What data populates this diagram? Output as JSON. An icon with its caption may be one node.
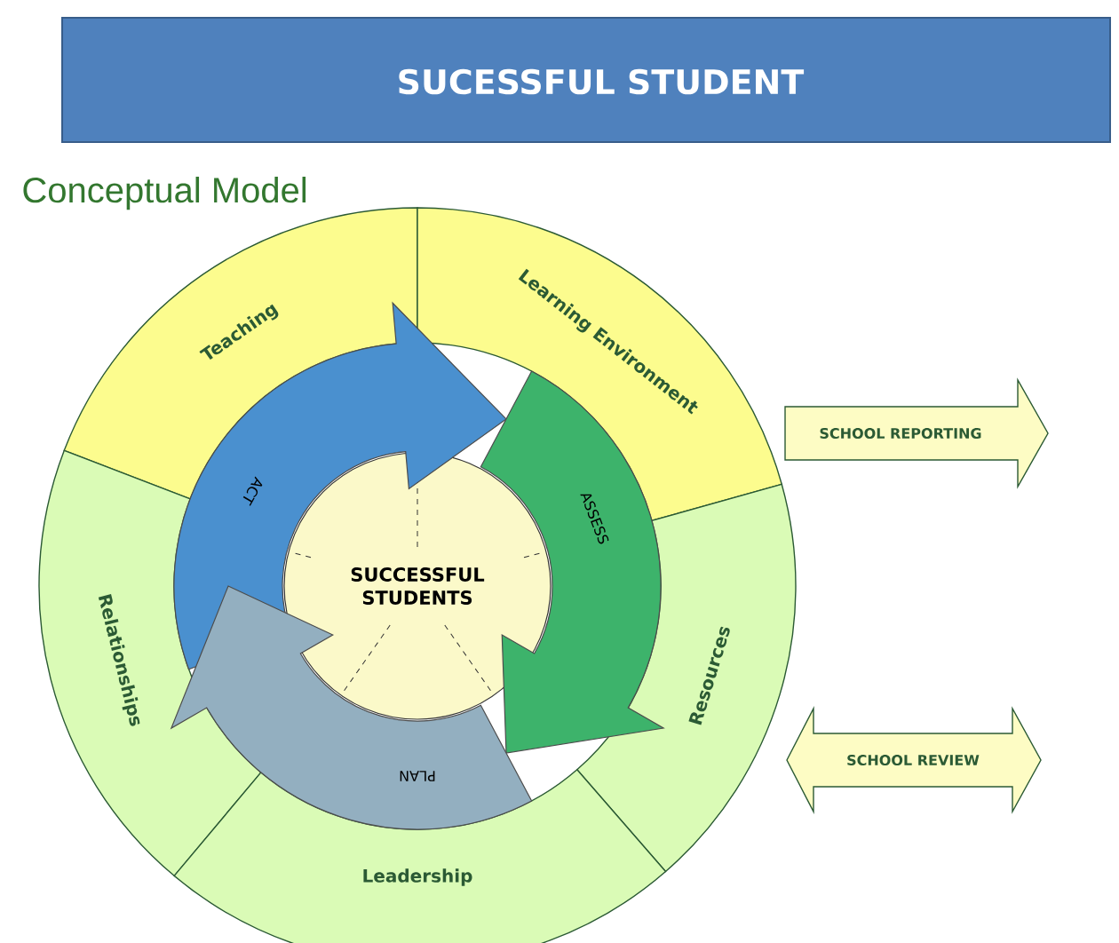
{
  "diagram": {
    "title": "Conceptual Model",
    "nodes": [
      {
        "text": [
          "SUCESSFUL STUDENT"
        ]
      },
      {
        "text": [
          "Teaching"
        ]
      },
      {
        "text": [
          "Learning Environment"
        ]
      },
      {
        "text": [
          "SCHOOL REPORTING"
        ]
      },
      {
        "text": [
          "ACT"
        ]
      },
      {
        "text": [
          "ASSESS"
        ]
      },
      {
        "text": [
          "SUCCESSFUL STUDENTS"
        ]
      },
      {
        "text": [
          "Relationships"
        ]
      },
      {
        "text": [
          "Resources"
        ]
      },
      {
        "text": [
          "SCHOOL REVIEW"
        ]
      },
      {
        "text": [
          "PLAN"
        ]
      },
      {
        "text": [
          "Leadership"
        ]
      }
    ]
  }
}
